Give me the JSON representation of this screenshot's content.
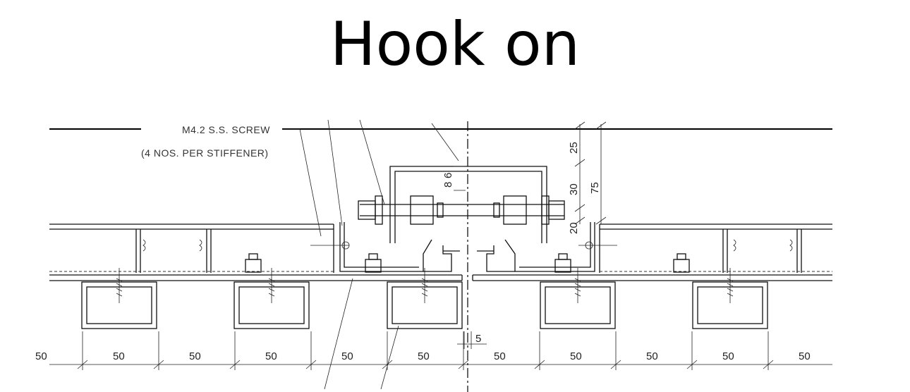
{
  "title": "Hook on",
  "notes": {
    "screw_line1": "M4.2 S.S. SCREW",
    "screw_line2": "(4 NOS. PER STIFFENER)"
  },
  "dimensions": {
    "bottom": [
      "50",
      "50",
      "50",
      "50",
      "50",
      "50",
      "50",
      "50",
      "50",
      "50",
      "50"
    ],
    "gap": "5",
    "vertical": [
      "25",
      "30",
      "20",
      "75"
    ],
    "small": [
      "8",
      "6"
    ]
  }
}
